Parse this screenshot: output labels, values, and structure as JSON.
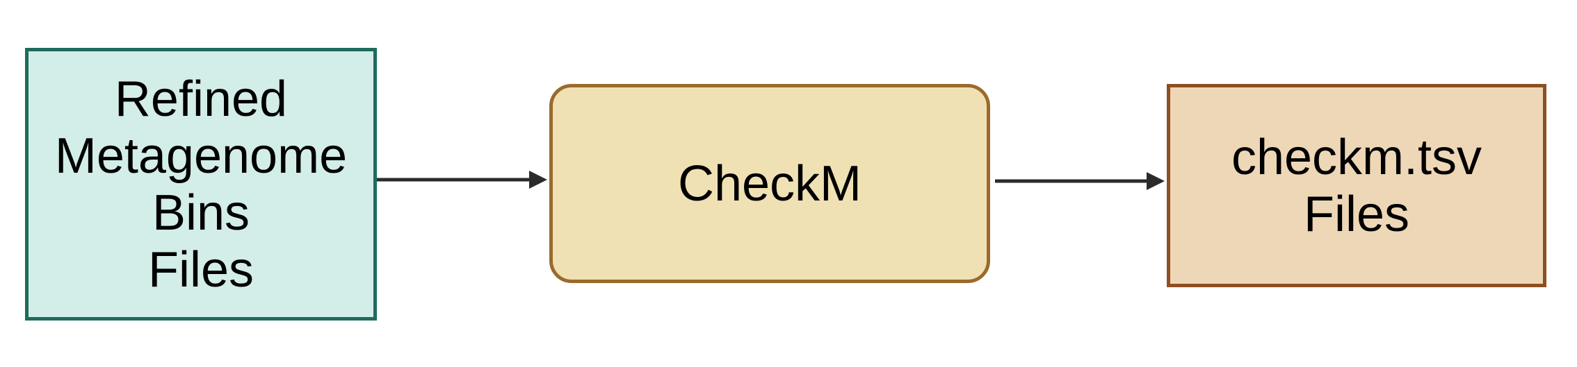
{
  "nodes": [
    {
      "id": "input",
      "label": "Refined\nMetagenome\nBins\nFiles",
      "fill": "#d3ede9",
      "stroke": "#1e6b5e"
    },
    {
      "id": "process",
      "label": "CheckM",
      "fill": "#f0e1b4",
      "stroke": "#9a6a2c",
      "shape": "rounded-rectangle"
    },
    {
      "id": "output",
      "label": "checkm.tsv\nFiles",
      "fill": "#eed7b6",
      "stroke": "#8f4e22"
    }
  ],
  "edges": [
    {
      "from": "input",
      "to": "process"
    },
    {
      "from": "process",
      "to": "output"
    }
  ],
  "colors": {
    "edge": "#2b2b2b",
    "text": "#000000"
  }
}
